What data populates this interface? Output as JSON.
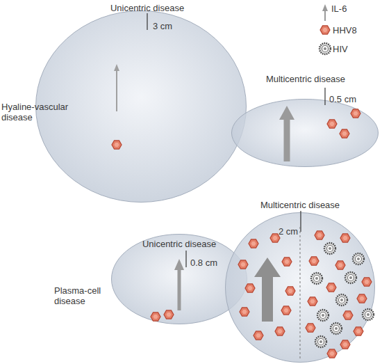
{
  "diagram": {
    "nodes": [
      {
        "text": [
          "Unicentric disease",
          "3 cm"
        ]
      },
      {
        "text": [
          "Multicentric disease",
          "0.5 cm"
        ]
      },
      {
        "text": [
          "Unicentric disease",
          "0.8 cm"
        ]
      },
      {
        "text": [
          "Multicentric disease",
          "2 cm"
        ]
      }
    ],
    "labels": [
      "Hyaline-vascular disease",
      "Plasma-cell disease"
    ],
    "legend": [
      {
        "text": "IL-6"
      },
      {
        "text": "HHV8"
      },
      {
        "text": "HIV"
      }
    ]
  }
}
